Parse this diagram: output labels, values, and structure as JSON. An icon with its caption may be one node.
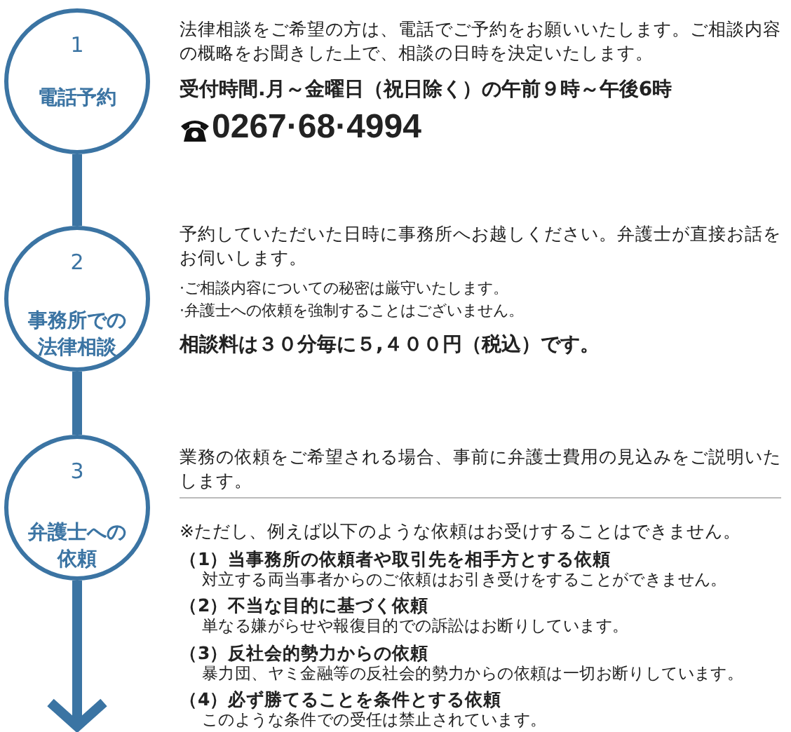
{
  "diagram": {
    "nodes": [
      {
        "text": [
          "1",
          "電話予約"
        ],
        "beside": [
          "法律相談をご希望の方は、電話でご予約をお願いいたします。ご相談内容の概略をお聞きした上で、相談の日時を決定いたします。",
          "受付時間.月～金曜日（祝日除く）の午前９時～午後6時",
          "0267·68·4994"
        ]
      },
      {
        "text": [
          "2",
          "事務所での法律相談"
        ],
        "beside": [
          "予約していただいた日時に事務所へお越しください。弁護士が直接お話をお伺いします。",
          "·ご相談内容についての秘密は厳守いたします。",
          "·弁護士への依頼を強制することはございません。",
          "相談料は３０分毎に５,４００円（税込）です。"
        ]
      },
      {
        "text": [
          "3",
          "弁護士への依頼"
        ],
        "beside": [
          "業務の依頼をご希望される場合、事前に弁護士費用の見込みをご説明いたします。",
          "※ただし、例えば以下のような依頼はお受けすることはできません。",
          "（1）当事務所の依頼者や取引先を相手方とする依頼",
          "対立する両当事者からのご依頼はお引き受けをすることができません。",
          "（2）不当な目的に基づく依頼",
          "単なる嫌がらせや報復目的での訴訟はお断りしています。",
          "（3）反社会的勢力からの依頼",
          "暴力団、ヤミ金融等の反社会的勢力からの依頼は一切お断りしています。",
          "（4）必ず勝てることを条件とする依頼",
          "このような条件での受任は禁止されています。"
        ]
      }
    ],
    "edges": [
      {
        "from": 0,
        "to": 1,
        "arrow": "none"
      },
      {
        "from": 1,
        "to": 2,
        "arrow": "none"
      },
      {
        "from": 2,
        "to": null,
        "arrow": "to"
      }
    ]
  }
}
